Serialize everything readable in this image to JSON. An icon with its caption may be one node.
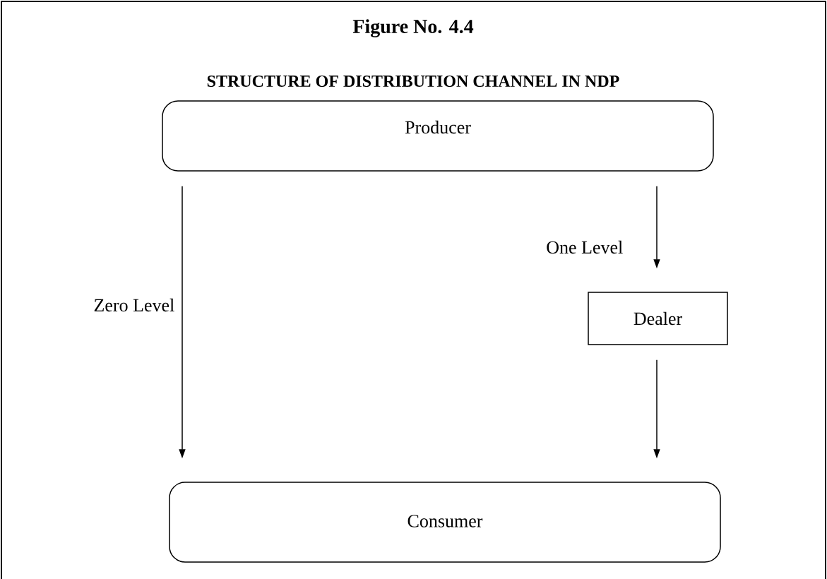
{
  "diagram": {
    "title": "Figure No. 4.4",
    "caption": "STRUCTURE OF DISTRIBUTION CHANNEL IN NDP",
    "nodes": [
      {
        "text": [
          "Producer"
        ]
      },
      {
        "text": [
          "Dealer"
        ]
      },
      {
        "text": [
          "Consumer"
        ]
      }
    ],
    "edges": [
      {
        "from": 0,
        "to": 2,
        "arrow": "to",
        "label": "Zero Level"
      },
      {
        "from": 0,
        "to": 1,
        "arrow": "to",
        "label": "One Level"
      },
      {
        "from": 1,
        "to": 2,
        "arrow": "to"
      }
    ]
  }
}
